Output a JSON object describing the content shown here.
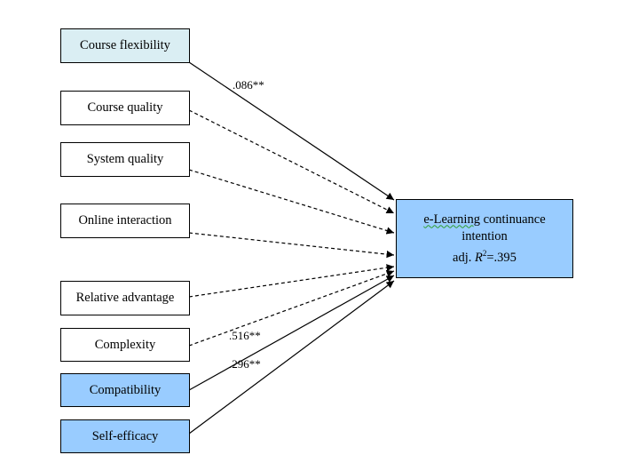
{
  "diagram": {
    "type": "path-model",
    "predictors": [
      {
        "id": "course-flexibility",
        "label": "Course flexibility",
        "significant": true,
        "coefficient": ".086**",
        "fill": "#daeef3"
      },
      {
        "id": "course-quality",
        "label": "Course quality",
        "significant": false,
        "coefficient": null,
        "fill": "#ffffff"
      },
      {
        "id": "system-quality",
        "label": "System quality",
        "significant": false,
        "coefficient": null,
        "fill": "#ffffff"
      },
      {
        "id": "online-interaction",
        "label": "Online interaction",
        "significant": false,
        "coefficient": null,
        "fill": "#ffffff"
      },
      {
        "id": "relative-advantage",
        "label": "Relative advantage",
        "significant": false,
        "coefficient": null,
        "fill": "#ffffff"
      },
      {
        "id": "complexity",
        "label": "Complexity",
        "significant": false,
        "coefficient": null,
        "fill": "#ffffff"
      },
      {
        "id": "compatibility",
        "label": "Compatibility",
        "significant": true,
        "coefficient": ".516**",
        "fill": "#99ccff"
      },
      {
        "id": "self-efficacy",
        "label": "Self-efficacy",
        "significant": true,
        "coefficient": ".296**",
        "fill": "#99ccff"
      }
    ],
    "outcome": {
      "line1_word1": "e-Learning",
      "line1_rest": " continuance",
      "line2": "intention",
      "r2_prefix": "adj. ",
      "r2_symbol": "R",
      "r2_sup": "2",
      "r2_value": "=.395",
      "fill": "#99ccff"
    },
    "legend_colors": {
      "significant_edge": "solid",
      "nonsignificant_edge": "dashed"
    }
  }
}
